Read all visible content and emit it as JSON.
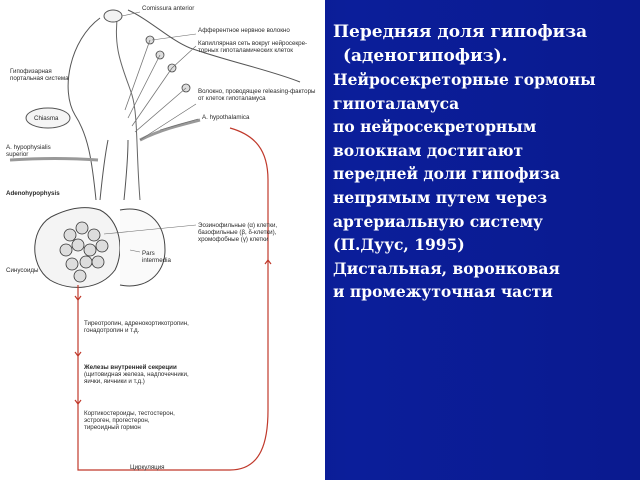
{
  "slide": {
    "heading_line1": "Передняя доля гипофиза",
    "heading_line2": "(аденогипофиз).",
    "body_lines": [
      "Нейросекреторные гормоны",
      "гипоталамуса",
      "по нейросекреторным",
      "волокнам достигают",
      "передней доли гипофиза",
      "непрямым путем через",
      "артериальную систему",
      "(П.Дуус, 1995)",
      "Дистальная, воронковая",
      "и промежуточная части"
    ]
  },
  "figure": {
    "labels": {
      "commissura": "Comissura anterior",
      "afferent": "Афферентное нервное волокно",
      "capillary": "Капиллярная сеть вокруг нейросекре-\nторных гипоталамических клеток",
      "portal": "Гипофизарная\nпортальная система",
      "chiasma": "Chiasma",
      "release": "Волокно, проводящее releasing-факторы\nот клеток гипоталамуса",
      "a_hypothal": "A. hypothalamica",
      "a_hypophys": "A. hypophysialis\nsuperior",
      "adeno": "Adenohypophysis",
      "cells": "Эозинофильные (α) клетки,\nбазофильные (β, δ-клетки),\nхромофобные (γ) клетки",
      "pars": "Pars\nintermedia",
      "sinus": "Синусоиды",
      "tropins": "Тиреотропин, адренокортикотропин,\nгонадотропин и т.д.",
      "glands_title": "Железы внутренней секреции",
      "glands": "(щитовидная железа, надпочечники,\nяички, яичники и т.д.)",
      "hormones": "Кортикостероиды, тестостерон,\nэстроген, прогестерон,\nтиреоидный гормон",
      "circ": "Циркуляция"
    }
  },
  "colors": {
    "background": "#0b1e9a",
    "text": "#ffffff",
    "vessel": "#c0392b"
  }
}
